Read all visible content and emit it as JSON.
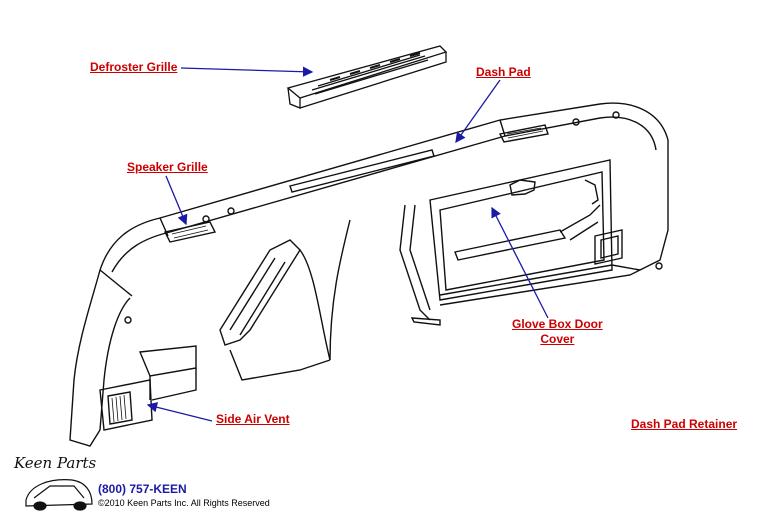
{
  "colors": {
    "label": "#cc0000",
    "arrow": "#1a1aa6",
    "line": "#111111"
  },
  "labels": {
    "defroster_grille": "Defroster Grille",
    "dash_pad": "Dash Pad",
    "speaker_grille": "Speaker Grille",
    "glove_box_line1": "Glove Box Door",
    "glove_box_line2": "Cover",
    "side_air_vent": "Side Air Vent",
    "dash_pad_retainer": "Dash Pad Retainer"
  },
  "footer": {
    "logo_text": "Keen Parts",
    "phone": "(800) 757-KEEN",
    "copyright": "©2010 Keen Parts Inc. All Rights Reserved"
  }
}
